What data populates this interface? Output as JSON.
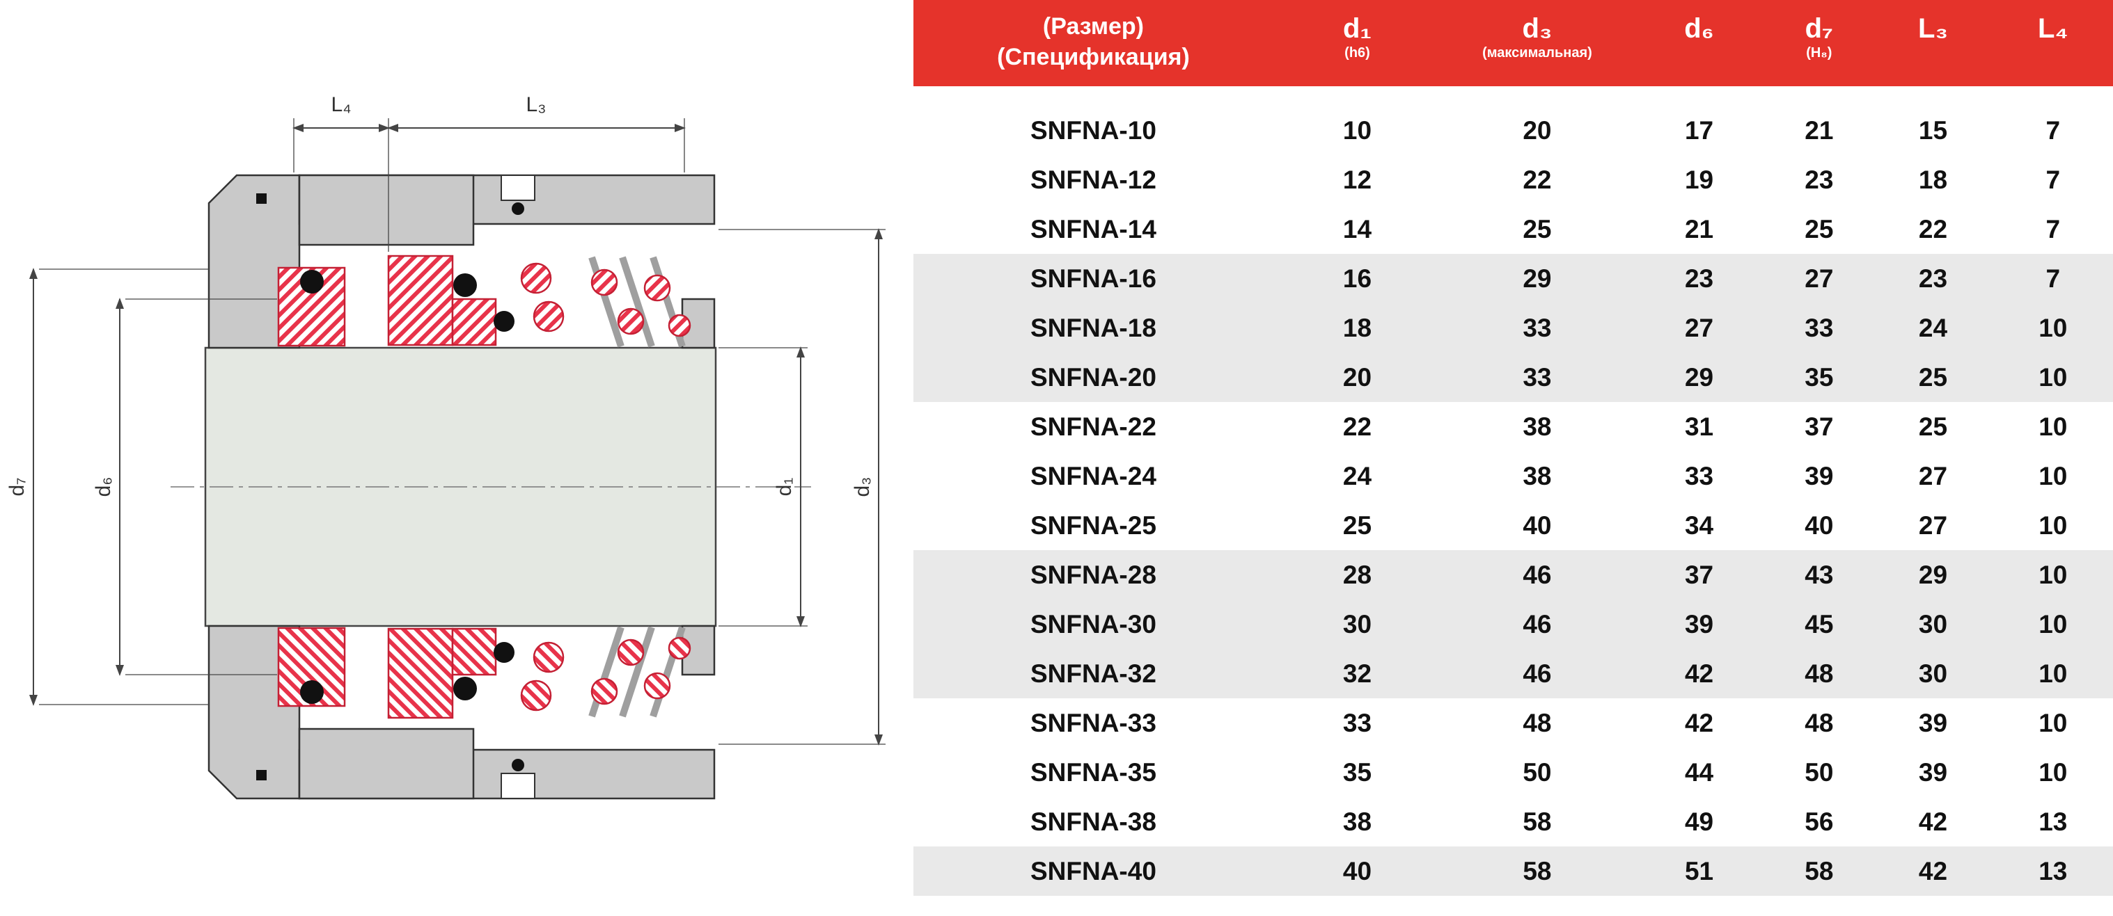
{
  "diagram": {
    "labels": {
      "L4": "L₄",
      "L3": "L₃",
      "d7": "d₇",
      "d6": "d₆",
      "d1": "d₁",
      "d3": "d₃"
    }
  },
  "table": {
    "header": {
      "size_line1": "(Размер)",
      "size_line2": "(Спецификация)",
      "cols": [
        {
          "main": "d₁",
          "sub": "(h6)"
        },
        {
          "main": "d₃",
          "sub": "(максимальная)"
        },
        {
          "main": "d₆",
          "sub": ""
        },
        {
          "main": "d₇",
          "sub": "(H₈)"
        },
        {
          "main": "L₃",
          "sub": ""
        },
        {
          "main": "L₄",
          "sub": ""
        }
      ]
    },
    "rows": [
      {
        "model": "SNFNA-10",
        "values": [
          10,
          20,
          17,
          21,
          15,
          7
        ]
      },
      {
        "model": "SNFNA-12",
        "values": [
          12,
          22,
          19,
          23,
          18,
          7
        ]
      },
      {
        "model": "SNFNA-14",
        "values": [
          14,
          25,
          21,
          25,
          22,
          7
        ]
      },
      {
        "model": "SNFNA-16",
        "values": [
          16,
          29,
          23,
          27,
          23,
          7
        ]
      },
      {
        "model": "SNFNA-18",
        "values": [
          18,
          33,
          27,
          33,
          24,
          10
        ]
      },
      {
        "model": "SNFNA-20",
        "values": [
          20,
          33,
          29,
          35,
          25,
          10
        ]
      },
      {
        "model": "SNFNA-22",
        "values": [
          22,
          38,
          31,
          37,
          25,
          10
        ]
      },
      {
        "model": "SNFNA-24",
        "values": [
          24,
          38,
          33,
          39,
          27,
          10
        ]
      },
      {
        "model": "SNFNA-25",
        "values": [
          25,
          40,
          34,
          40,
          27,
          10
        ]
      },
      {
        "model": "SNFNA-28",
        "values": [
          28,
          46,
          37,
          43,
          29,
          10
        ]
      },
      {
        "model": "SNFNA-30",
        "values": [
          30,
          46,
          39,
          45,
          30,
          10
        ]
      },
      {
        "model": "SNFNA-32",
        "values": [
          32,
          46,
          42,
          48,
          30,
          10
        ]
      },
      {
        "model": "SNFNA-33",
        "values": [
          33,
          48,
          42,
          48,
          39,
          10
        ]
      },
      {
        "model": "SNFNA-35",
        "values": [
          35,
          50,
          44,
          50,
          39,
          10
        ]
      },
      {
        "model": "SNFNA-38",
        "values": [
          38,
          58,
          49,
          56,
          42,
          13
        ]
      },
      {
        "model": "SNFNA-40",
        "values": [
          40,
          58,
          51,
          58,
          42,
          13
        ]
      }
    ]
  },
  "colors": {
    "header_bg": "#e5332b",
    "row_shade": "#e9e9e9",
    "hatch_red": "#e8334a",
    "metal_gray": "#c9c9c9",
    "shaft_gray": "#e4e8e2"
  }
}
